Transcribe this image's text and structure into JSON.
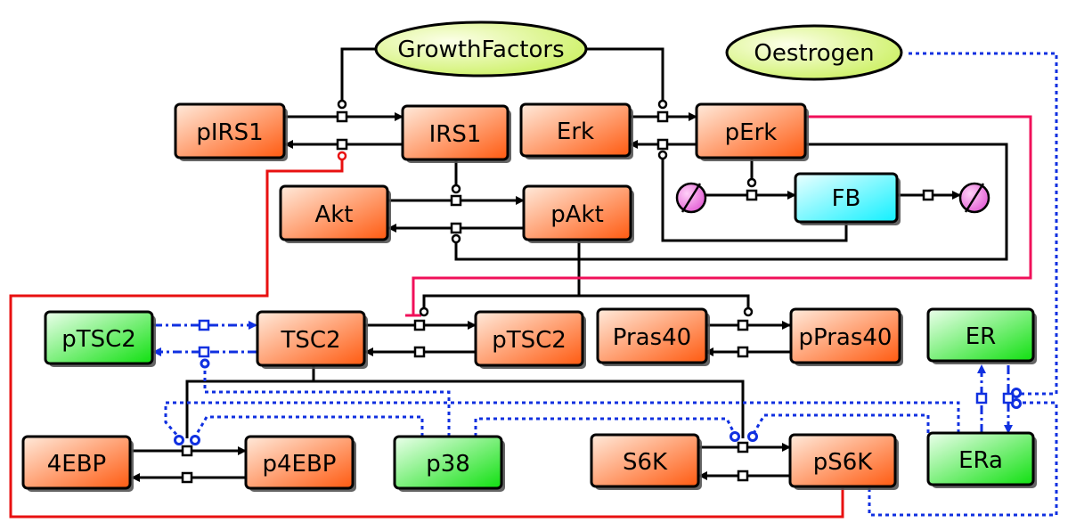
{
  "nodes": {
    "growthfactors": "GrowthFactors",
    "oestrogen": "Oestrogen",
    "pirs1": "pIRS1",
    "irs1": "IRS1",
    "erk": "Erk",
    "perk": "pErk",
    "fb": "FB",
    "akt": "Akt",
    "pakt": "pAkt",
    "ptsc2_left": "pTSC2",
    "tsc2": "TSC2",
    "ptsc2_right": "pTSC2",
    "pras40": "Pras40",
    "ppras40": "pPras40",
    "er": "ER",
    "ebp4": "4EBP",
    "p4ebp": "p4EBP",
    "p38": "p38",
    "s6k": "S6K",
    "ps6k": "pS6K",
    "era": "ERa"
  },
  "colors": {
    "orange_start": "#ffe8d8",
    "orange_end": "#ff5a10",
    "green_start": "#eaffea",
    "green_end": "#10e010",
    "cyan_start": "#eaffff",
    "cyan_end": "#10f0ff",
    "ellipse_start": "#faffe0",
    "ellipse_end": "#ccf060",
    "source_sink": "#f070e0",
    "edge": "#000000",
    "inhibition_red": "#e81010",
    "inhibition_pink": "#f0105a",
    "modulation_blue": "#1030e0"
  }
}
